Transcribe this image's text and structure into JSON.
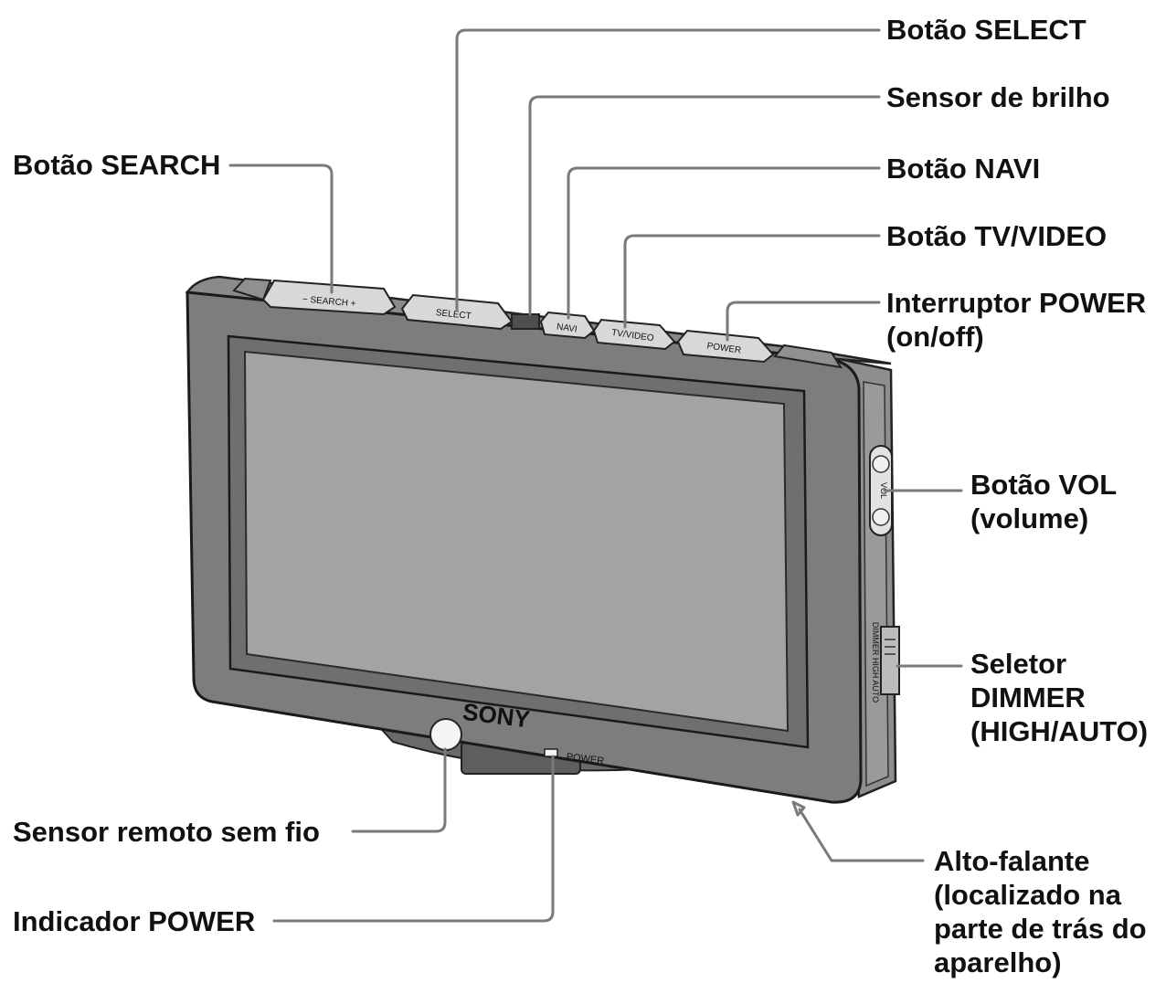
{
  "labels": {
    "select": "Botão SELECT",
    "brightness_sensor": "Sensor de brilho",
    "search": "Botão SEARCH",
    "navi": "Botão NAVI",
    "tv_video": "Botão TV/VIDEO",
    "power_switch": [
      "Interruptor POWER",
      "(on/off)"
    ],
    "vol": [
      "Botão VOL",
      "(volume)"
    ],
    "dimmer": [
      "Seletor",
      "DIMMER",
      "(HIGH/AUTO)"
    ],
    "remote_sensor": "Sensor remoto sem fio",
    "power_indicator": "Indicador POWER",
    "speaker": [
      "Alto-falante",
      "(localizado na",
      "parte de trás do",
      "aparelho)"
    ]
  },
  "device": {
    "brand": "SONY",
    "top_buttons": {
      "search_minus": "−",
      "search": "SEARCH",
      "search_plus": "+",
      "select": "SELECT",
      "navi": "NAVI",
      "tv_video": "TV/VIDEO",
      "power": "POWER"
    },
    "vol_label": "VOL",
    "dimmer_label": "DIMMER HIGH AUTO",
    "power_led_label": "POWER"
  },
  "colors": {
    "bezel": "#7d7d7d",
    "screen": "#a3a3a3",
    "leader": "#7a7a7a",
    "text": "#111111"
  }
}
